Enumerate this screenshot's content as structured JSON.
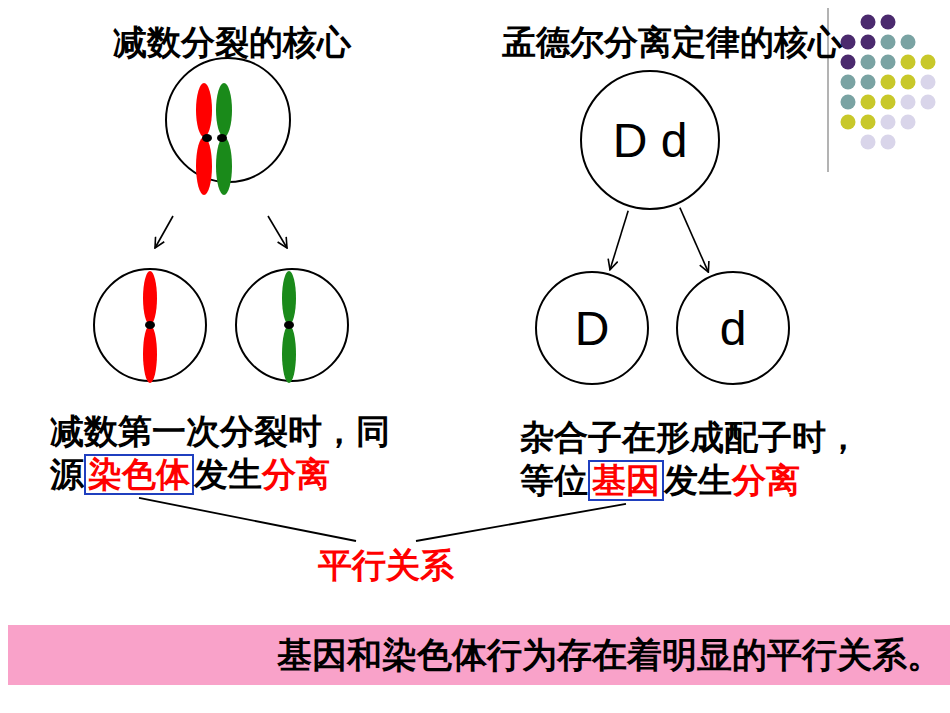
{
  "diagram": {
    "nodes": [
      {
        "text": [
          "D d"
        ]
      },
      {
        "text": [
          "D"
        ]
      },
      {
        "text": [
          "d"
        ]
      },
      {
        "text": [
          "染色体"
        ]
      },
      {
        "text": [
          "基因"
        ]
      },
      {
        "text": [
          "基因和染色体行为存在着明显的平行关系。"
        ]
      }
    ],
    "edges": [
      {
        "from": 0,
        "to": 1,
        "arrow": "to"
      },
      {
        "from": 0,
        "to": 2,
        "arrow": "to"
      }
    ],
    "labels": [
      "减数分裂的核心",
      "孟德尔分离定律的核心",
      "减数第一次分裂时，同源",
      "发生",
      "分离",
      "杂合子在形成配子时，等位",
      "发生",
      "分离",
      "平行关系"
    ]
  }
}
